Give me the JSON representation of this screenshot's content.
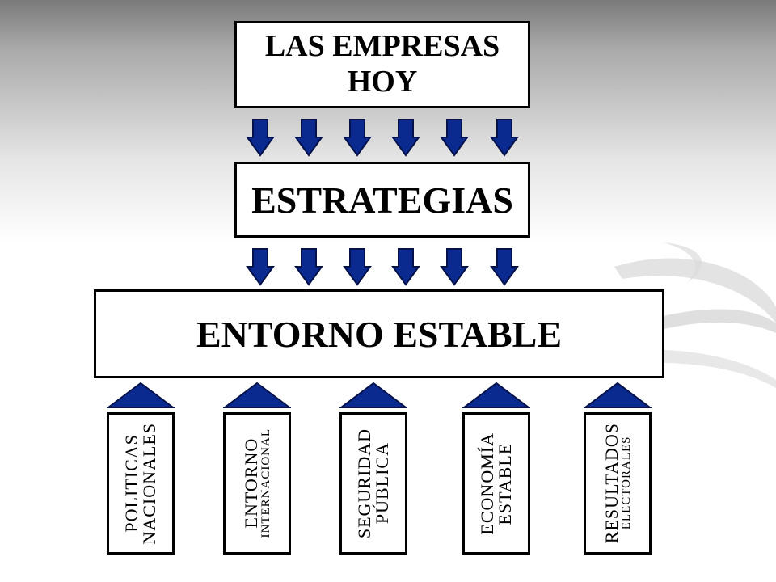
{
  "diagram": {
    "top_box": {
      "line1": "LAS EMPRESAS",
      "line2": "HOY"
    },
    "middle_box": {
      "label": "ESTRATEGIAS"
    },
    "bottom_box": {
      "label": "ENTORNO ESTABLE"
    },
    "factors": [
      {
        "line1": "POLITICAS",
        "line2": "NACIONALES"
      },
      {
        "line1": "ENTORNO",
        "line2": "INTERNACIONAL"
      },
      {
        "line1": "SEGURIDAD",
        "line2": "PÚBLICA"
      },
      {
        "line1": "ECONOMÍA",
        "line2": "ESTABLE"
      },
      {
        "line1": "RESULTADOS",
        "line2": "ELECTORALES"
      }
    ]
  },
  "colors": {
    "arrow_fill": "#0b2a8f",
    "arrow_stroke": "#05124a",
    "roof_fill": "#0b2a8f"
  }
}
